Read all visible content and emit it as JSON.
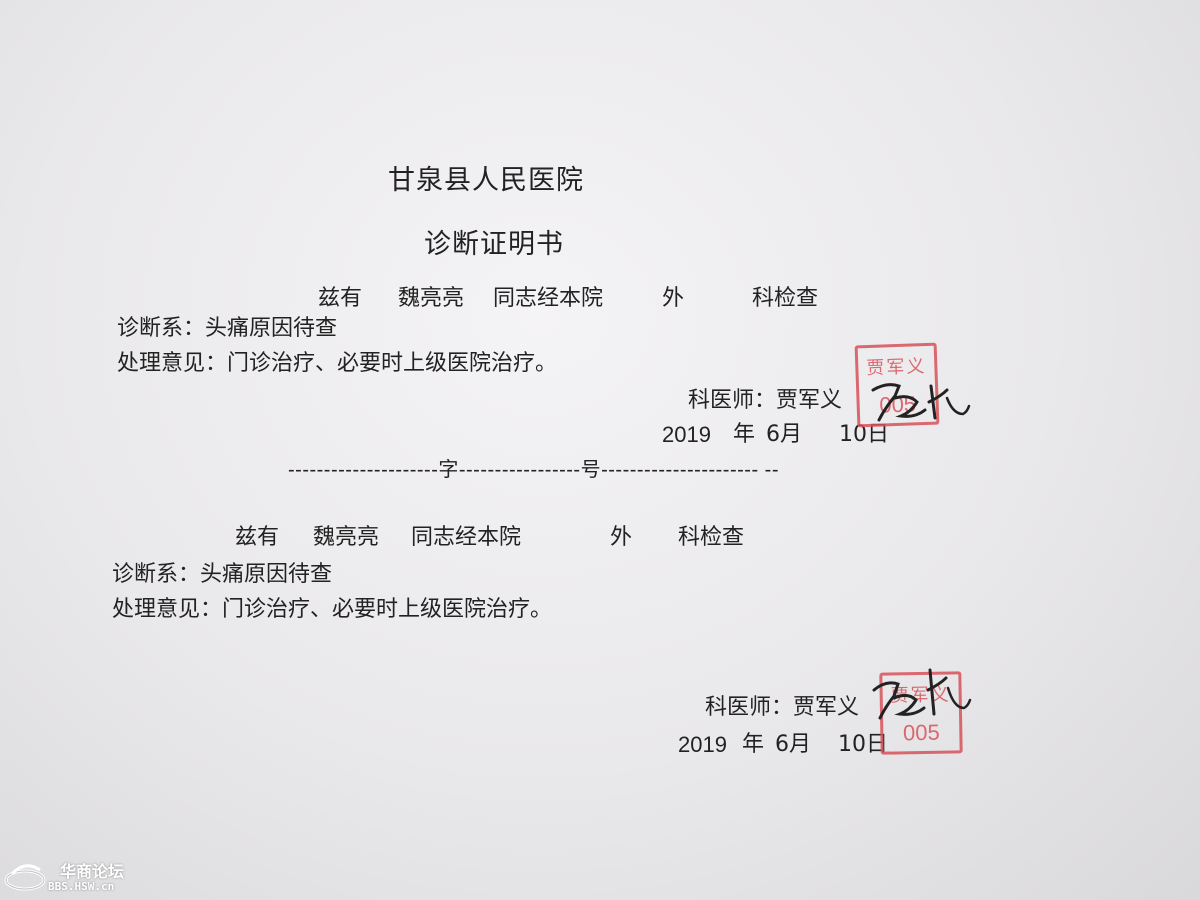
{
  "document": {
    "hospital_name": "甘泉县人民医院",
    "doc_title": "诊断证明书",
    "upper": {
      "intro_prefix": "兹有",
      "patient": "魏亮亮",
      "intro_mid": "同志经本院",
      "dept": "外",
      "intro_suffix": "科检查",
      "diagnosis": "诊断系：头痛原因待查",
      "treatment": "处理意见：门诊治疗、必要时上级医院治疗。",
      "doctor_label": "科医师：贾军义",
      "date_year": "2019",
      "date_y_char": "年",
      "date_month": "6月",
      "date_day": "10日"
    },
    "separator": "---------------------字-----------------号---------------------- --",
    "lower": {
      "intro_prefix": "兹有",
      "patient": "魏亮亮",
      "intro_mid": "同志经本院",
      "dept": "外",
      "intro_suffix": "科检查",
      "diagnosis": "诊断系：头痛原因待查",
      "treatment": "处理意见：门诊治疗、必要时上级医院治疗。",
      "doctor_label": "科医师：贾军义",
      "date_year": "2019",
      "date_y_char": "年",
      "date_month": "6月",
      "date_day": "10日"
    },
    "stamp": {
      "name": "贾军义",
      "code": "005",
      "color": "#d8525a"
    }
  },
  "watermark": {
    "name": "华商论坛",
    "url": "BBS.HSW.cn"
  }
}
